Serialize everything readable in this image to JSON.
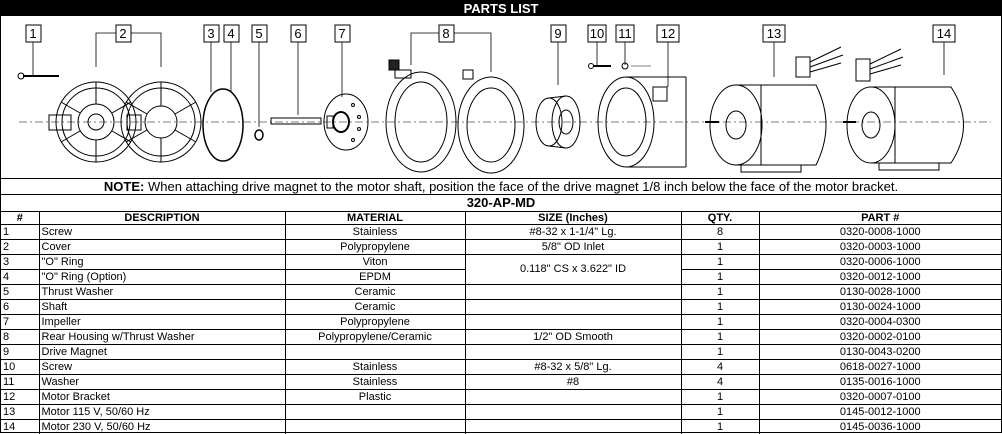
{
  "title": "PARTS LIST",
  "callouts": [
    "1",
    "2",
    "3",
    "4",
    "5",
    "6",
    "7",
    "8",
    "9",
    "10",
    "11",
    "12",
    "13",
    "14"
  ],
  "note_label": "NOTE:",
  "note_text": " When attaching drive magnet to the motor shaft, position the face of the drive magnet 1/8 inch below the face of the motor bracket.",
  "model": "320-AP-MD",
  "headers": {
    "num": "#",
    "description": "DESCRIPTION",
    "material": "MATERIAL",
    "size": "SIZE (Inches)",
    "qty": "QTY.",
    "part": "PART #"
  },
  "rows": [
    {
      "num": "1",
      "description": "Screw",
      "material": "Stainless",
      "size": "#8-32 x 1-1/4\" Lg.",
      "qty": "8",
      "part": "0320-0008-1000"
    },
    {
      "num": "2",
      "description": "Cover",
      "material": "Polypropylene",
      "size": "5/8\" OD Inlet",
      "qty": "1",
      "part": "0320-0003-1000"
    },
    {
      "num": "3",
      "description": "\"O\" Ring",
      "material": "Viton",
      "size": "0.118\" CS x 3.622\" ID",
      "qty": "1",
      "part": "0320-0006-1000"
    },
    {
      "num": "4",
      "description": "\"O\" Ring (Option)",
      "material": "EPDM",
      "size": "",
      "qty": "1",
      "part": "0320-0012-1000"
    },
    {
      "num": "5",
      "description": "Thrust Washer",
      "material": "Ceramic",
      "size": "",
      "qty": "1",
      "part": "0130-0028-1000"
    },
    {
      "num": "6",
      "description": "Shaft",
      "material": "Ceramic",
      "size": "",
      "qty": "1",
      "part": "0130-0024-1000"
    },
    {
      "num": "7",
      "description": "Impeller",
      "material": "Polypropylene",
      "size": "",
      "qty": "1",
      "part": "0320-0004-0300"
    },
    {
      "num": "8",
      "description": "Rear Housing w/Thrust Washer",
      "material": "Polypropylene/Ceramic",
      "size": "1/2\" OD Smooth",
      "qty": "1",
      "part": "0320-0002-0100"
    },
    {
      "num": "9",
      "description": "Drive Magnet",
      "material": "",
      "size": "",
      "qty": "1",
      "part": "0130-0043-0200"
    },
    {
      "num": "10",
      "description": "Screw",
      "material": "Stainless",
      "size": "#8-32 x 5/8\" Lg.",
      "qty": "4",
      "part": "0618-0027-1000"
    },
    {
      "num": "11",
      "description": "Washer",
      "material": "Stainless",
      "size": "#8",
      "qty": "4",
      "part": "0135-0016-1000"
    },
    {
      "num": "12",
      "description": "Motor Bracket",
      "material": "Plastic",
      "size": "",
      "qty": "1",
      "part": "0320-0007-0100"
    },
    {
      "num": "13",
      "description": "Motor 115 V, 50/60 Hz",
      "material": "",
      "size": "",
      "qty": "1",
      "part": "0145-0012-1000"
    },
    {
      "num": "14",
      "description": "Motor 230 V, 50/60 Hz",
      "material": "",
      "size": "",
      "qty": "1",
      "part": "0145-0036-1000"
    }
  ]
}
